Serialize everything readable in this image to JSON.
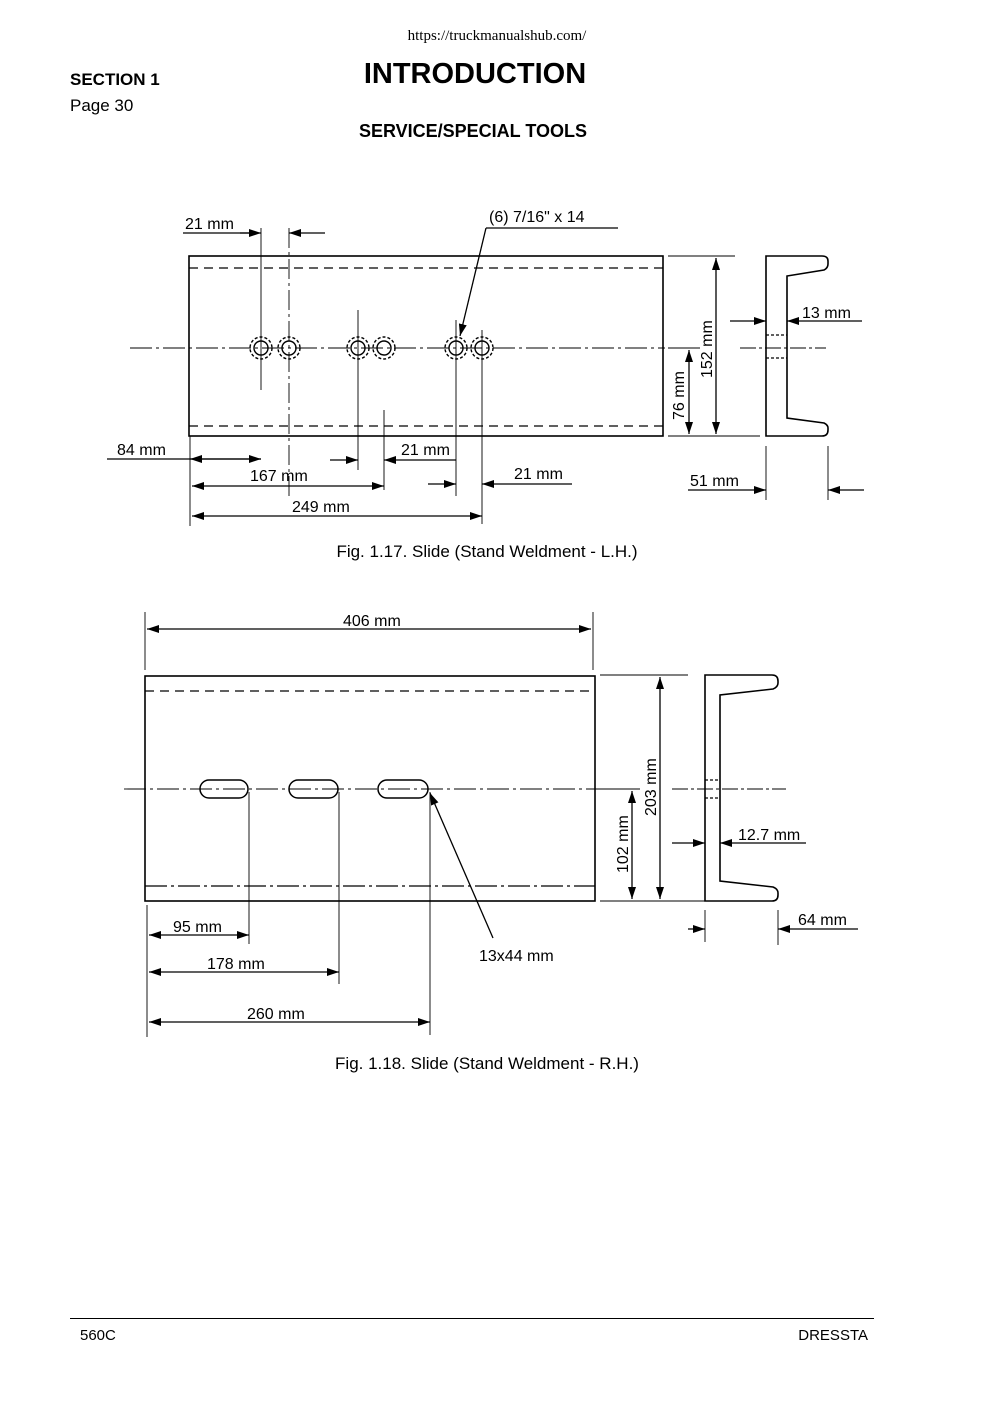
{
  "header": {
    "url": "https://truckmanualshub.com/",
    "section": "SECTION 1",
    "page": "Page 30",
    "title": "INTRODUCTION",
    "subtitle": "SERVICE/SPECIAL TOOLS"
  },
  "figure_lh": {
    "caption": "Fig. 1.17. Slide (Stand Weldment - L.H.)",
    "labels": {
      "d21_top": "21 mm",
      "holes": "(6) 7/16\" x 14",
      "d13": "13 mm",
      "d152": "152 mm",
      "d76": "76 mm",
      "d84": "84 mm",
      "d21_mid": "21 mm",
      "d167": "167 mm",
      "d21_right": "21 mm",
      "d51": "51 mm",
      "d249": "249 mm"
    }
  },
  "figure_rh": {
    "caption": "Fig. 1.18. Slide (Stand Weldment - R.H.)",
    "labels": {
      "d406": "406 mm",
      "d203": "203 mm",
      "d102": "102 mm",
      "d12_7": "12.7 mm",
      "d64": "64 mm",
      "d95": "95 mm",
      "d178": "178 mm",
      "d260": "260 mm",
      "slot": "13x44 mm"
    }
  },
  "footer": {
    "model": "560C",
    "brand": "DRESSTA"
  }
}
